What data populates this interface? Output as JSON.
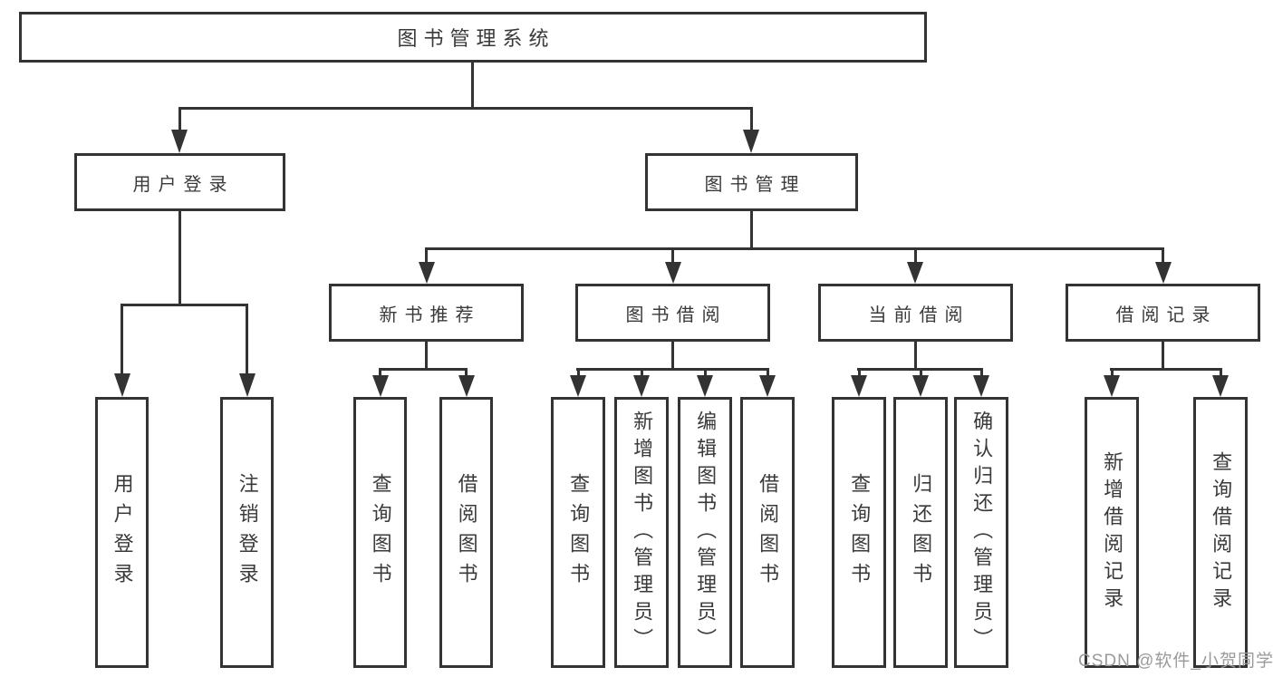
{
  "tree": {
    "label": "图书管理系统",
    "children": [
      {
        "label": "用户登录",
        "children": [
          {
            "label": "用户登录"
          },
          {
            "label": "注销登录"
          }
        ]
      },
      {
        "label": "图书管理",
        "children": [
          {
            "label": "新书推荐",
            "children": [
              {
                "label": "查询图书"
              },
              {
                "label": "借阅图书"
              }
            ]
          },
          {
            "label": "图书借阅",
            "children": [
              {
                "label": "查询图书"
              },
              {
                "label": "新增图书（管理员）"
              },
              {
                "label": "编辑图书（管理员）"
              },
              {
                "label": "借阅图书"
              }
            ]
          },
          {
            "label": "当前借阅",
            "children": [
              {
                "label": "查询图书"
              },
              {
                "label": "归还图书"
              },
              {
                "label": "确认归还（管理员）"
              }
            ]
          },
          {
            "label": "借阅记录",
            "children": [
              {
                "label": "新增借阅记录"
              },
              {
                "label": "查询借阅记录"
              }
            ]
          }
        ]
      }
    ]
  },
  "watermark": "CSDN @软件_小贺同学",
  "colors": {
    "line": "#333333",
    "text": "#3a3a3a",
    "watermark": "#9a9a9a",
    "background": "#ffffff"
  }
}
